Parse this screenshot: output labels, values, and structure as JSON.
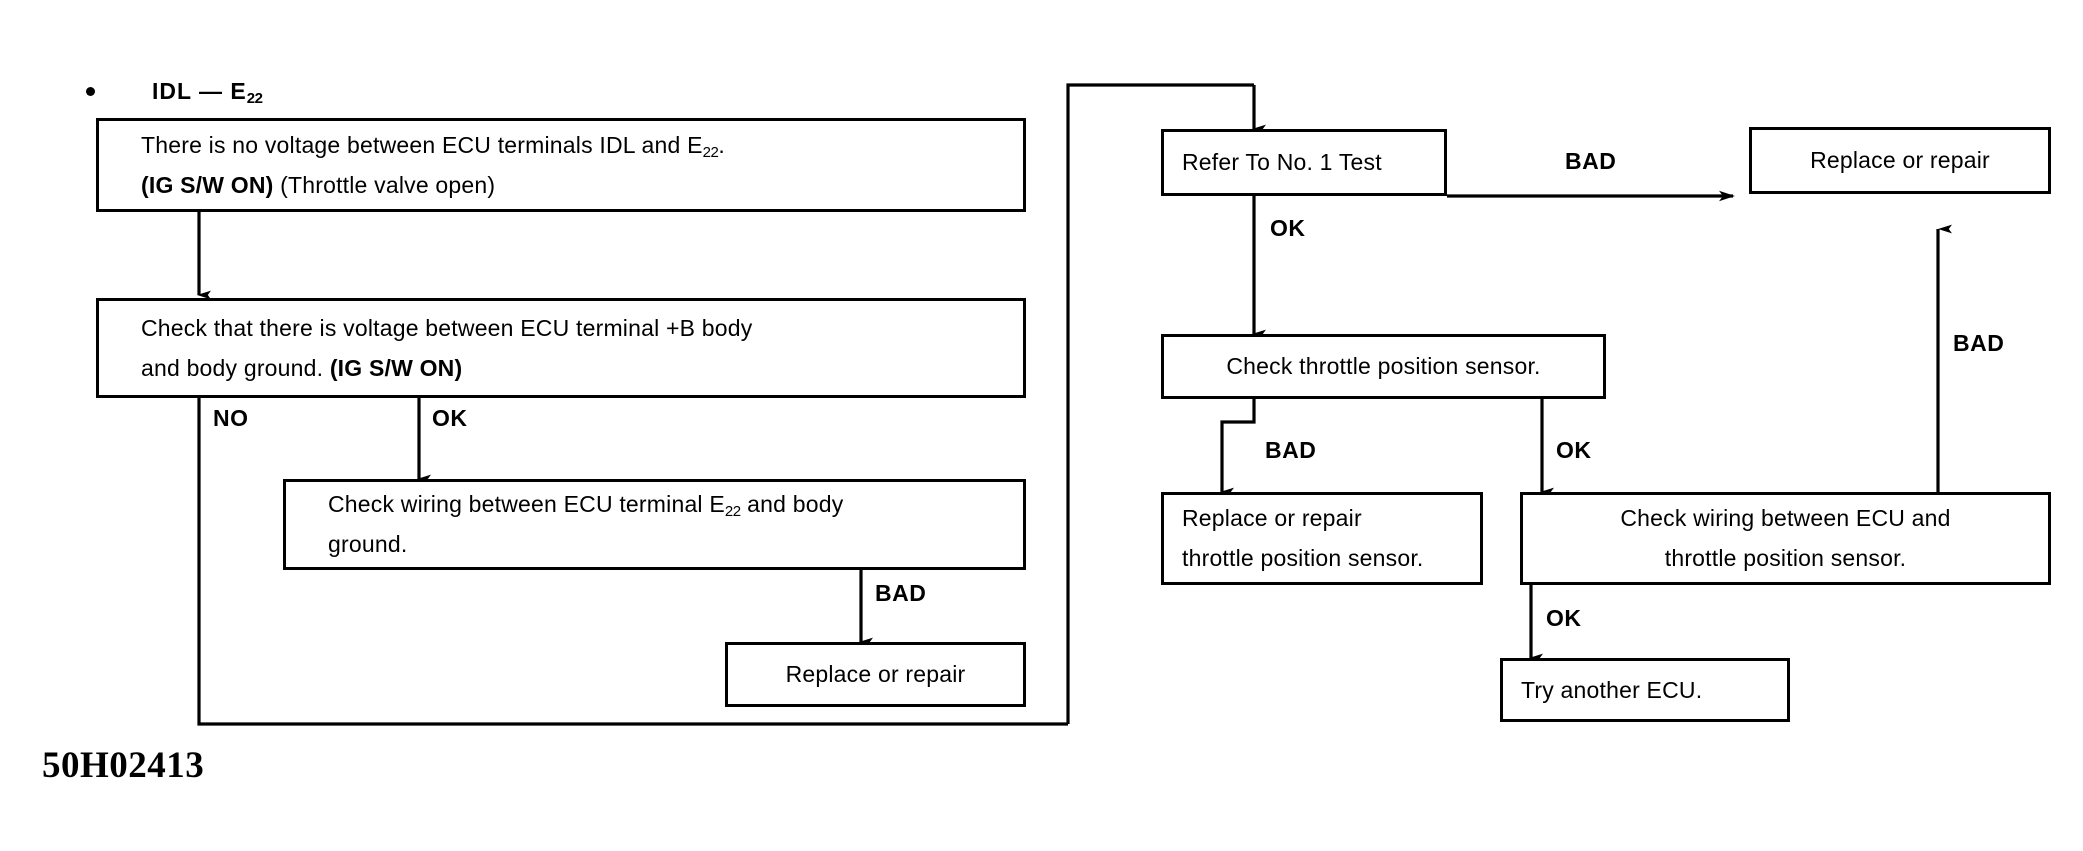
{
  "figure": {
    "code": "50H02413",
    "heading": "IDL  —  E",
    "heading_sub": "22",
    "bullet_icon": "bullet-dot-icon"
  },
  "nodes": {
    "symptom": {
      "line1_a": "There is no voltage between ECU terminals IDL and E",
      "line1_sub": "22",
      "line1_b": ".",
      "line2_bold": "(IG S/W ON)",
      "line2_rest": " (Throttle valve open)"
    },
    "check_b_voltage": {
      "line1": "Check that there is voltage between ECU terminal  +B body",
      "line2_a": "and body ground. ",
      "line2_bold": "(IG S/W ON)"
    },
    "check_wiring_e22": {
      "line1_a": "Check wiring between ECU terminal E",
      "line1_sub": "22",
      "line1_b": " and body",
      "line2": "ground."
    },
    "replace_repair_left": {
      "line1": "Replace or repair"
    },
    "refer_no1_test": {
      "line1": "Refer To No. 1 Test"
    },
    "replace_repair_right": {
      "line1": "Replace or repair"
    },
    "check_tps": {
      "line1": "Check throttle position sensor."
    },
    "replace_repair_tps": {
      "line1": "Replace or repair",
      "line2": "throttle position sensor."
    },
    "check_wiring_tps": {
      "line1": "Check wiring between ECU and",
      "line2": "throttle position sensor."
    },
    "try_another_ecu": {
      "line1": "Try another ECU."
    }
  },
  "edges": {
    "no": "NO",
    "ok_1": "OK",
    "bad_1": "BAD",
    "bad_refer": "BAD",
    "ok_refer": "OK",
    "bad_tps": "BAD",
    "ok_tps": "OK",
    "bad_right": "BAD",
    "ok_wiring": "OK"
  },
  "colors": {
    "ink": "#000000",
    "paper": "#ffffff"
  }
}
